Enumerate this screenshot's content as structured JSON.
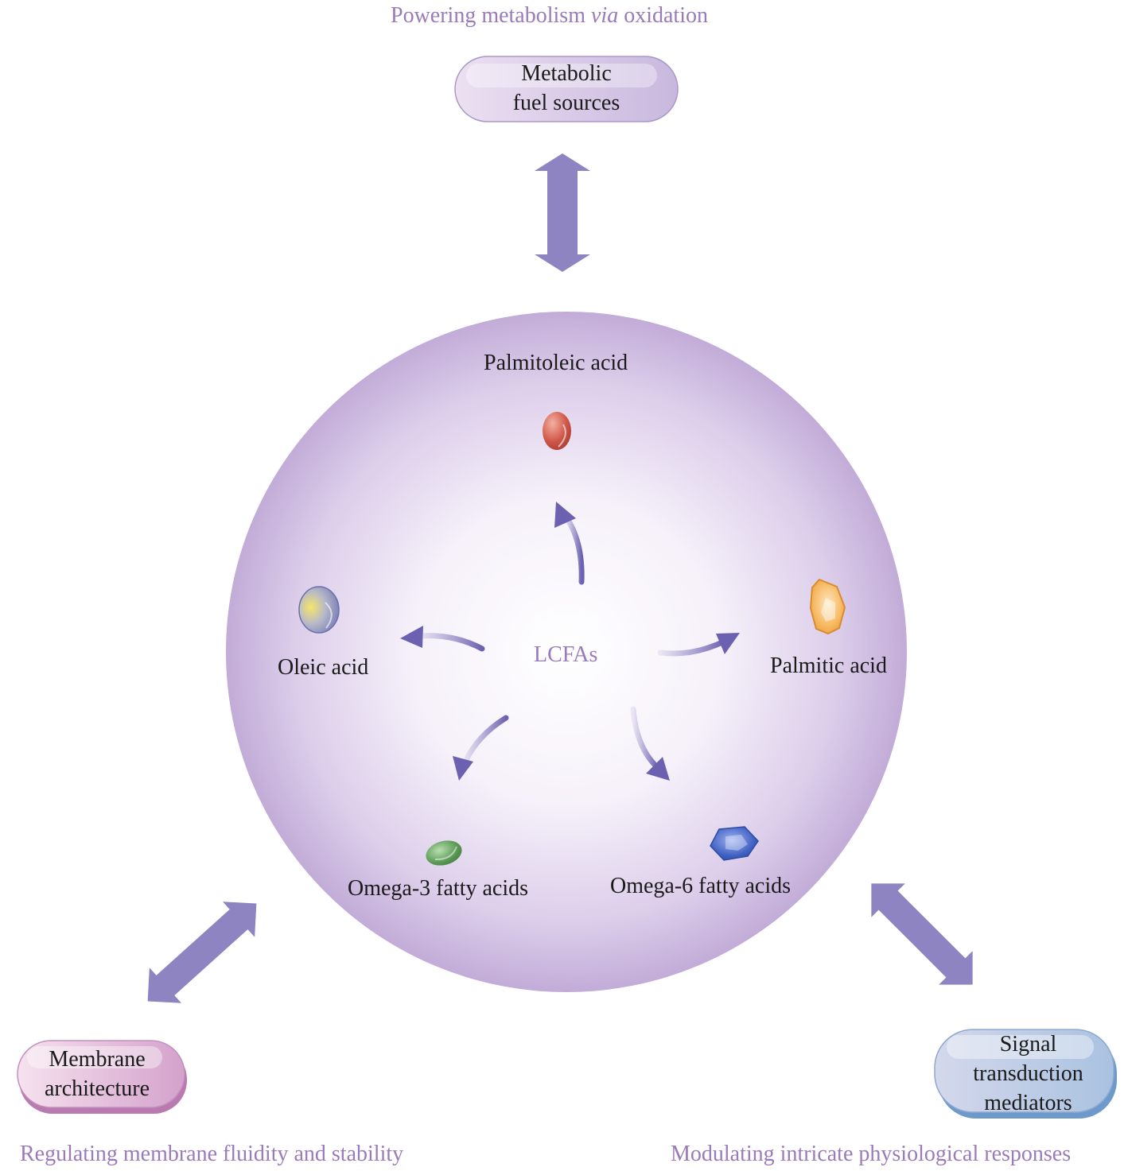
{
  "captions": {
    "top_before": "Powering metabolism ",
    "top_italic": "via",
    "top_after": " oxidation",
    "bottom_left": "Regulating membrane fluidity and stability",
    "bottom_right": "Modulating intricate physiological responses"
  },
  "boxes": {
    "metabolic": [
      "Metabolic",
      "fuel sources"
    ],
    "membrane": [
      "Membrane",
      "architecture"
    ],
    "signal": [
      "Signal",
      "transduction",
      "mediators"
    ]
  },
  "center": "LCFAs",
  "acids": {
    "palmitoleic": "Palmitoleic acid",
    "oleic": "Oleic acid",
    "palmitic": "Palmitic acid",
    "omega3": "Omega-3 fatty acids",
    "omega6": "Omega-6 fatty acids"
  },
  "colors": {
    "arrow": "#8e84c2",
    "caption": "#9a7ab8",
    "sphere_edge": "#c3afd9",
    "palmitoleic": "#d0584a",
    "oleic": "#8f93c8",
    "palmitic": "#f4a84a",
    "omega3": "#5c9a56",
    "omega6": "#3d5fc0"
  }
}
